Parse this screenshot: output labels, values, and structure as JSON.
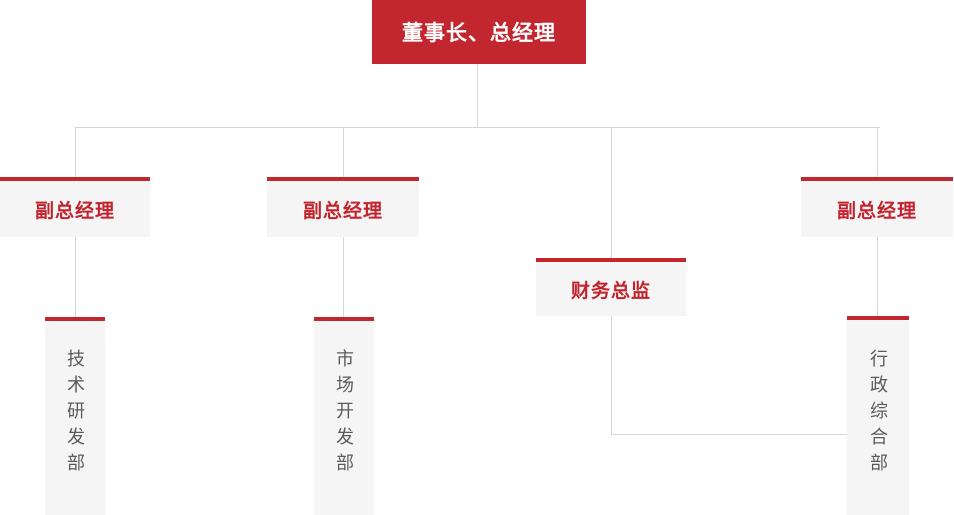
{
  "org_chart": {
    "type": "org-chart",
    "root": {
      "id": "root",
      "label": "董事长、总经理"
    },
    "executives": [
      {
        "id": "vp1",
        "label": "副总经理"
      },
      {
        "id": "vp2",
        "label": "副总经理"
      },
      {
        "id": "cfo",
        "label": "财务总监"
      },
      {
        "id": "vp3",
        "label": "副总经理"
      }
    ],
    "departments": [
      {
        "id": "dept-tech",
        "label": "技术研发部"
      },
      {
        "id": "dept-market",
        "label": "市场开发部"
      },
      {
        "id": "dept-admin",
        "label": "行政综合部"
      }
    ],
    "edges": [
      [
        "root",
        "vp1"
      ],
      [
        "root",
        "vp2"
      ],
      [
        "root",
        "cfo"
      ],
      [
        "root",
        "vp3"
      ],
      [
        "vp1",
        "dept-tech"
      ],
      [
        "vp2",
        "dept-market"
      ],
      [
        "vp3",
        "dept-admin"
      ],
      [
        "cfo",
        "dept-admin"
      ]
    ]
  },
  "colors": {
    "accent_red": "#c2262e",
    "node_bg": "#f5f5f5",
    "connector_gray": "#d6d6d6",
    "dept_text_gray": "#5a5a5a",
    "root_text": "#ffffff",
    "background": "#ffffff"
  }
}
